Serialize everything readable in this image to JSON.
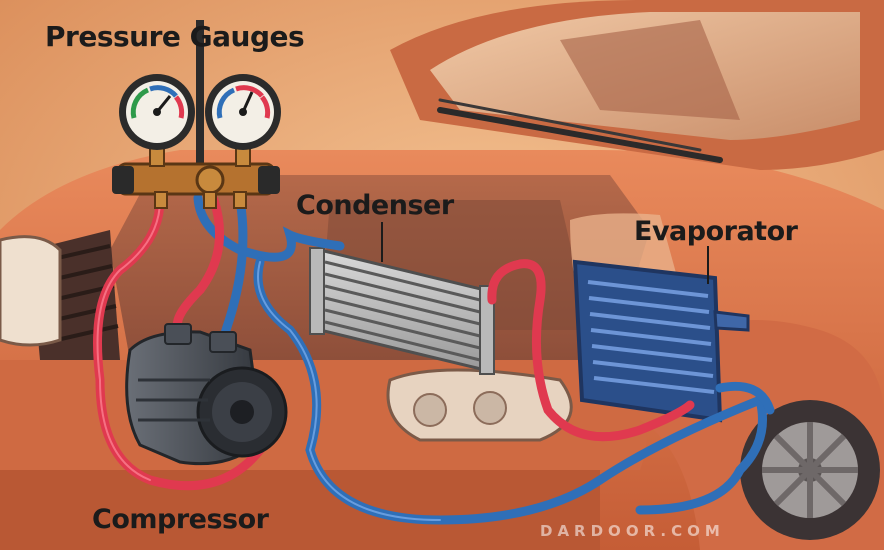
{
  "labels": {
    "pressure_gauges": "Pressure Gauges",
    "condenser": "Condenser",
    "evaporator": "Evaporator",
    "compressor": "Compressor"
  },
  "watermark": "DARDOOR.COM",
  "colors": {
    "car_body": "#d9714a",
    "high_pressure_line": "#e0394f",
    "low_pressure_line": "#2f6fb8",
    "evaporator_core": "#3f67a8",
    "compressor_body": "#4a4f57",
    "background": "#e9a36a"
  },
  "components": [
    "pressure-gauges",
    "condenser",
    "evaporator",
    "compressor"
  ]
}
